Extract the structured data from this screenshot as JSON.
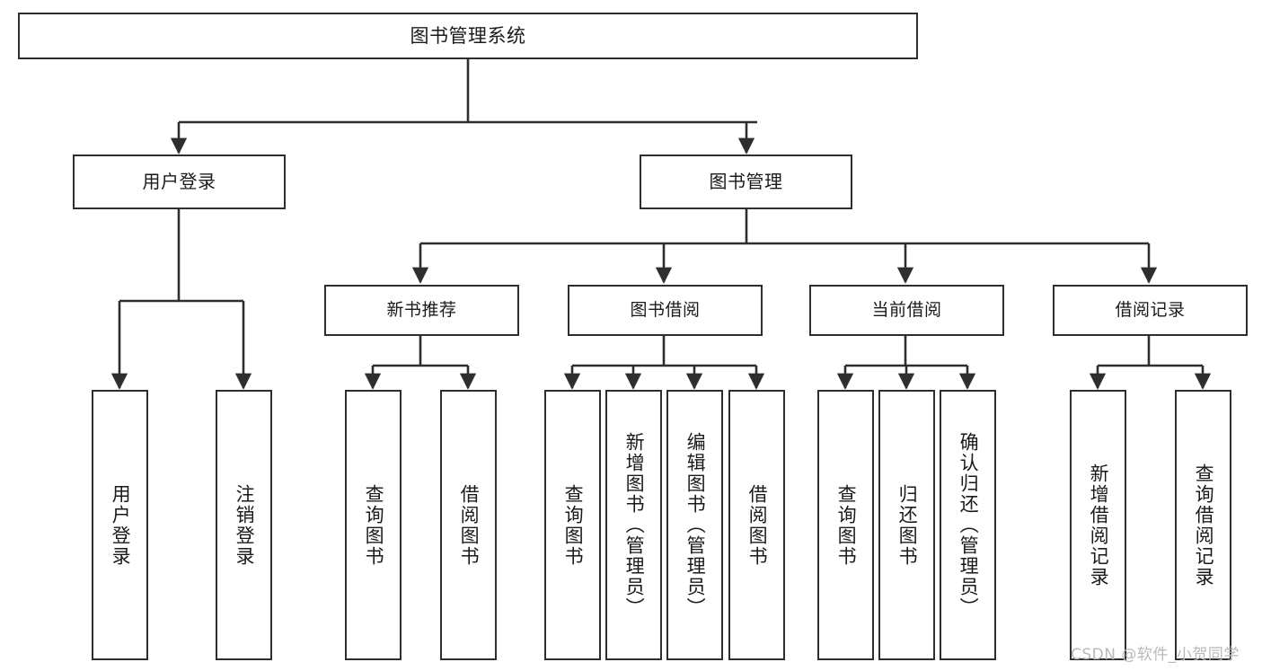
{
  "diagram": {
    "title": "图书管理系统",
    "type": "tree",
    "watermark": "CSDN @软件_小贺同学",
    "colors": {
      "stroke": "#2e2e2e",
      "fill": "#ffffff",
      "text": "#1a1a1a",
      "watermark": "#b9b9b9",
      "background": "#ffffff"
    },
    "root": {
      "label": "图书管理系统"
    },
    "level1": [
      {
        "label": "用户登录"
      },
      {
        "label": "图书管理"
      }
    ],
    "level2": [
      {
        "label": "新书推荐"
      },
      {
        "label": "图书借阅"
      },
      {
        "label": "当前借阅"
      },
      {
        "label": "借阅记录"
      }
    ],
    "leaves": {
      "user_login": [
        {
          "label": "用户登录"
        },
        {
          "label": "注销登录"
        }
      ],
      "new_book_recommend": [
        {
          "label": "查询图书"
        },
        {
          "label": "借阅图书"
        }
      ],
      "book_borrow": [
        {
          "label": "查询图书"
        },
        {
          "label": "新增图书（管理员）"
        },
        {
          "label": "编辑图书（管理员）"
        },
        {
          "label": "借阅图书"
        }
      ],
      "current_borrow": [
        {
          "label": "查询图书"
        },
        {
          "label": "归还图书"
        },
        {
          "label": "确认归还（管理员）"
        }
      ],
      "borrow_record": [
        {
          "label": "新增借阅记录"
        },
        {
          "label": "查询借阅记录"
        }
      ]
    }
  }
}
